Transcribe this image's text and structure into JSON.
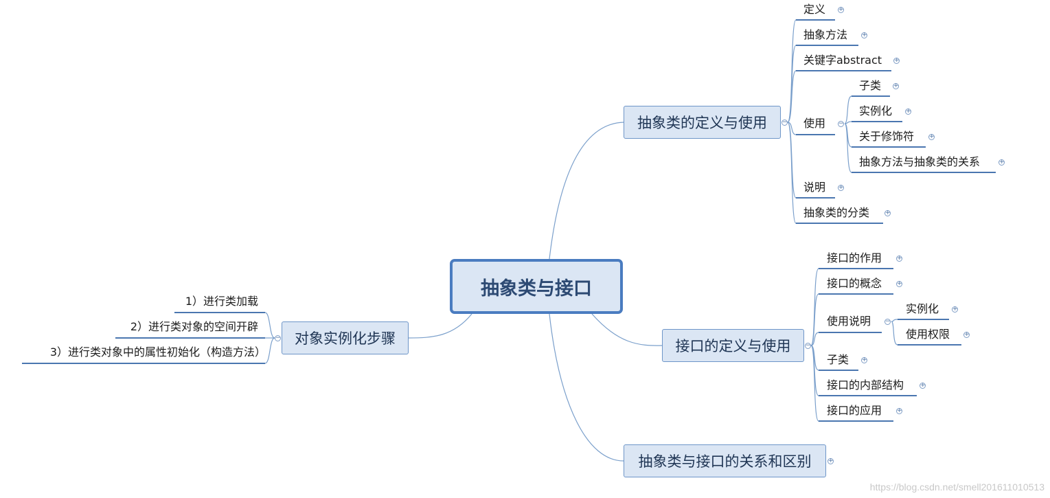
{
  "central": "抽象类与接口",
  "branches": [
    {
      "label": "抽象类的定义与使用",
      "children": [
        {
          "label": "定义",
          "collapsed": true
        },
        {
          "label": "抽象方法",
          "collapsed": true
        },
        {
          "label": "关键字abstract",
          "collapsed": true
        },
        {
          "label": "使用",
          "collapsed": false,
          "children": [
            {
              "label": "子类",
              "collapsed": true
            },
            {
              "label": "实例化",
              "collapsed": true
            },
            {
              "label": "关于修饰符",
              "collapsed": true
            },
            {
              "label": "抽象方法与抽象类的关系",
              "collapsed": true
            }
          ]
        },
        {
          "label": "说明",
          "collapsed": true
        },
        {
          "label": "抽象类的分类",
          "collapsed": true
        }
      ]
    },
    {
      "label": "接口的定义与使用",
      "children": [
        {
          "label": "接口的作用",
          "collapsed": true
        },
        {
          "label": "接口的概念",
          "collapsed": true
        },
        {
          "label": "使用说明",
          "collapsed": false,
          "children": [
            {
              "label": "实例化",
              "collapsed": true
            },
            {
              "label": "使用权限",
              "collapsed": true
            }
          ]
        },
        {
          "label": "子类",
          "collapsed": true
        },
        {
          "label": "接口的内部结构",
          "collapsed": true
        },
        {
          "label": "接口的应用",
          "collapsed": true
        }
      ]
    },
    {
      "label": "抽象类与接口的关系和区别",
      "collapsed": true
    },
    {
      "label": "对象实例化步骤",
      "children": [
        {
          "label": "1）进行类加载"
        },
        {
          "label": "2）进行类对象的空间开辟"
        },
        {
          "label": "3）进行类对象中的属性初始化（构造方法）"
        }
      ]
    }
  ],
  "watermark": "https://blog.csdn.net/smell201611010513",
  "colors": {
    "accent": "#4a7cc0",
    "node_fill": "#dbe6f4",
    "line": "#7a9fcb"
  }
}
